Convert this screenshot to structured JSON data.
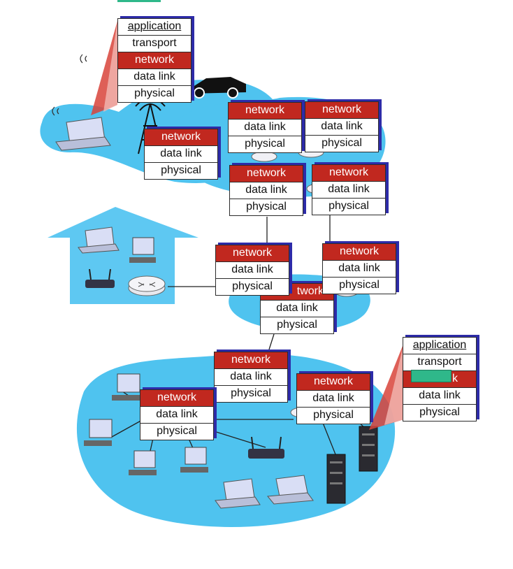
{
  "host_stack": {
    "application": "application",
    "transport": "transport",
    "network": "network",
    "data_link": "data link",
    "physical": "physical"
  },
  "router_stack": {
    "network": "network",
    "data_link": "data link",
    "physical": "physical"
  },
  "partial_labels": {
    "network_tail": "twork",
    "network_tail_host": "k"
  },
  "colors": {
    "network_layer": "#c1281f",
    "stack_shadow": "#2d2ba8",
    "cloud": "#4fc3ef",
    "house": "#5ec8f2",
    "highlight_box": "#2fb88a"
  },
  "icons": [
    "laptop-icon",
    "desktop-icon",
    "server-icon",
    "router-icon",
    "wifi-ap-icon",
    "cell-tower-icon",
    "car-icon",
    "house-icon"
  ]
}
